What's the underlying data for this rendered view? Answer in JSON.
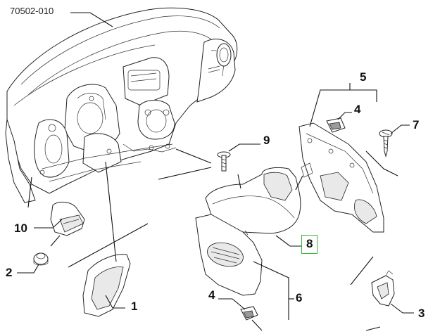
{
  "drawing_ref": "70502-010",
  "callouts": [
    {
      "id": "c1",
      "label": "1"
    },
    {
      "id": "c2",
      "label": "2"
    },
    {
      "id": "c3",
      "label": "3"
    },
    {
      "id": "c4a",
      "label": "4"
    },
    {
      "id": "c4b",
      "label": "4"
    },
    {
      "id": "c5",
      "label": "5"
    },
    {
      "id": "c6",
      "label": "6"
    },
    {
      "id": "c7",
      "label": "7"
    },
    {
      "id": "c8",
      "label": "8",
      "highlighted": true
    },
    {
      "id": "c9",
      "label": "9"
    },
    {
      "id": "c10",
      "label": "10"
    }
  ],
  "colors": {
    "line": "#222222",
    "highlight_box": "#3cb33c",
    "background": "#ffffff"
  }
}
